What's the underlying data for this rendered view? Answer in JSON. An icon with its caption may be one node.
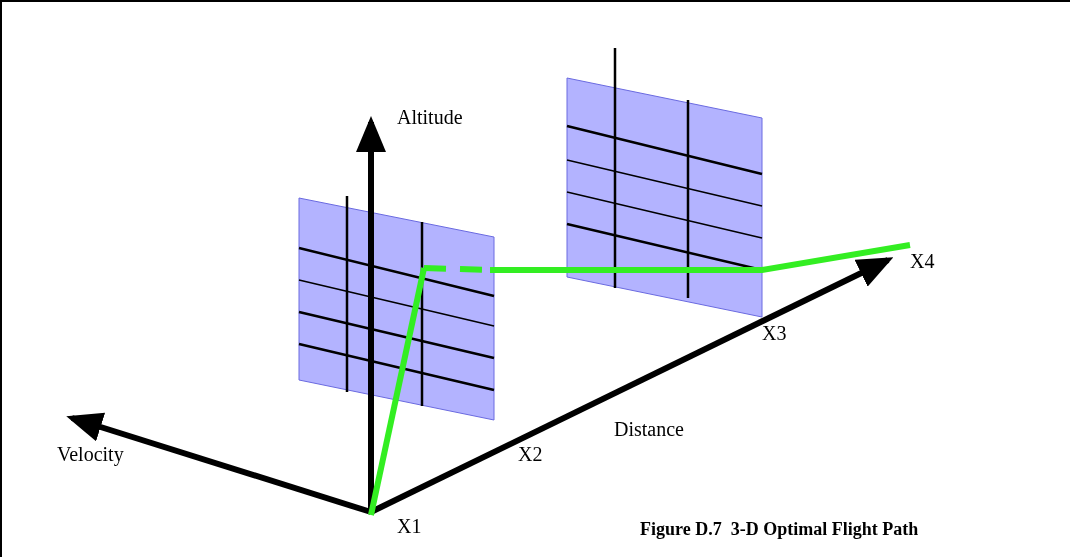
{
  "diagram": {
    "caption": "Figure D.7  3-D Optimal Flight Path",
    "labels": [
      "Altitude",
      "Velocity",
      "Distance",
      "X1",
      "X2",
      "X3",
      "X4"
    ]
  }
}
